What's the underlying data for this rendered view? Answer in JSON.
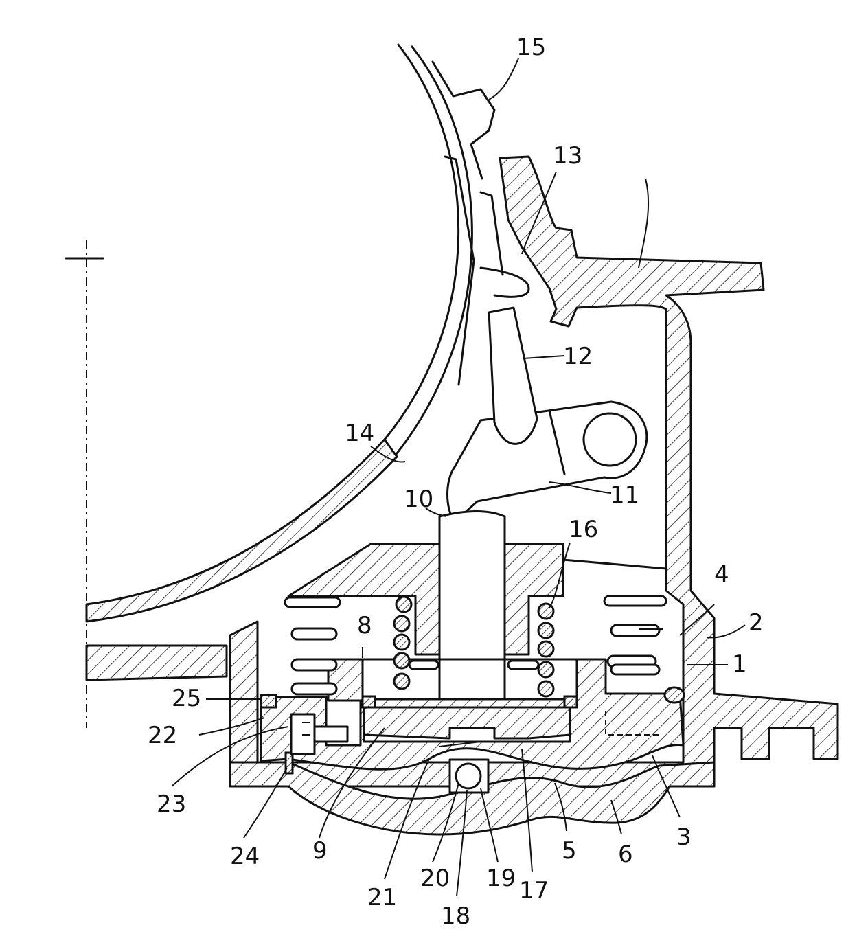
{
  "labels": {
    "n1": "1",
    "n2": "2",
    "n3": "3",
    "n4": "4",
    "n5": "5",
    "n6": "6",
    "n8": "8",
    "n9": "9",
    "n10": "10",
    "n11": "11",
    "n12": "12",
    "n13": "13",
    "n14": "14",
    "n15": "15",
    "n16": "16",
    "n17": "17",
    "n18": "18",
    "n19": "19",
    "n20": "20",
    "n21": "21",
    "n22": "22",
    "n23": "23",
    "n24": "24",
    "n25": "25"
  }
}
